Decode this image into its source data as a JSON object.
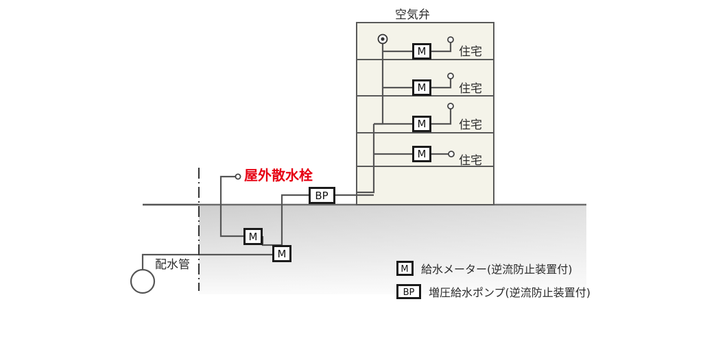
{
  "diagram": {
    "title_hidden": "",
    "colors": {
      "ink": "#2b2b2b",
      "pipe": "#444444",
      "building_fill": "#f4f3e9",
      "building_stroke": "#595959",
      "ground_top": "#cfcfcf",
      "ground_bottom": "#f7f7f7",
      "ground_line": "#6b6b6b",
      "accent_red": "#e60012",
      "symbol_box": "#1a1a1a",
      "symbol_fill": "#ffffff"
    },
    "labels": {
      "air_valve": "空気弁",
      "distribution_pipe": "配水管",
      "outdoor_faucet": "屋外散水栓"
    },
    "symbols": {
      "meter": "M",
      "booster_pump": "BP"
    },
    "building": {
      "floors": [
        {
          "id": "floor-5",
          "dwelling_label": "住宅",
          "has_meter": true,
          "meter": "M"
        },
        {
          "id": "floor-4",
          "dwelling_label": "住宅",
          "has_meter": true,
          "meter": "M"
        },
        {
          "id": "floor-3",
          "dwelling_label": "住宅",
          "has_meter": true,
          "meter": "M"
        },
        {
          "id": "floor-2",
          "dwelling_label": "住宅",
          "has_meter": true,
          "meter": "M"
        },
        {
          "id": "floor-1",
          "dwelling_label": "",
          "has_meter": false,
          "meter": ""
        }
      ]
    },
    "ground_meters": [
      {
        "id": "ground-meter-1",
        "symbol": "M"
      },
      {
        "id": "ground-meter-2",
        "symbol": "M"
      }
    ],
    "legend": {
      "items": [
        {
          "symbol": "M",
          "text": "給水メーター(逆流防止装置付)"
        },
        {
          "symbol": "BP",
          "text": "増圧給水ポンプ(逆流防止装置付)"
        }
      ]
    }
  }
}
